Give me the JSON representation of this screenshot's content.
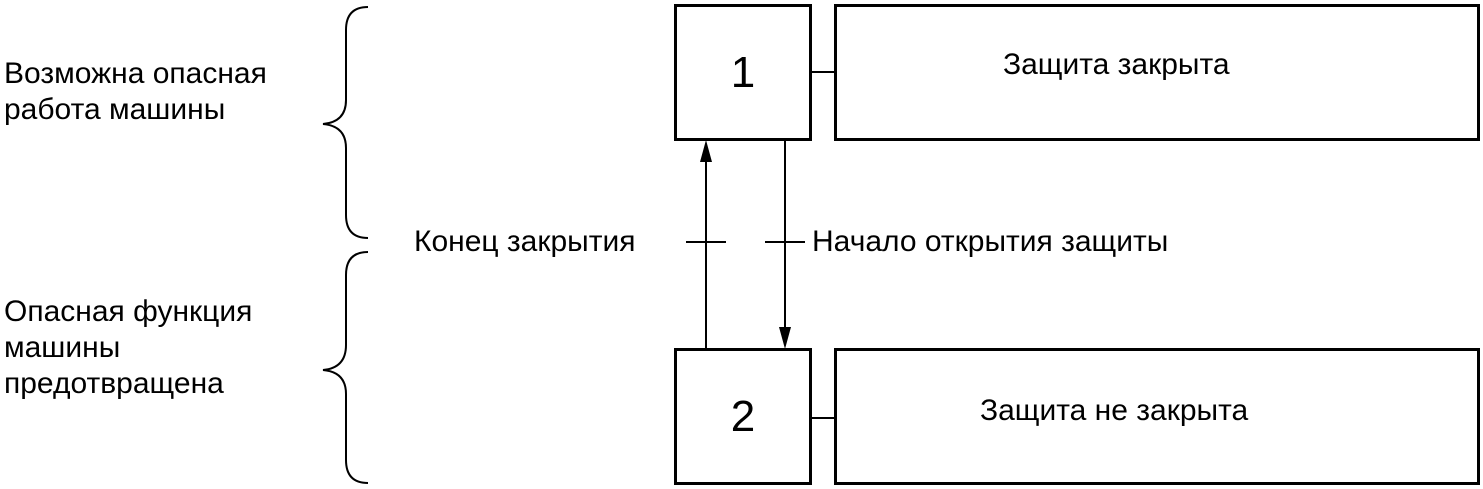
{
  "left_labels": {
    "top": [
      "Возможна опасная",
      "работа машины"
    ],
    "bottom": [
      "Опасная функция",
      "машины",
      "предотвращена"
    ]
  },
  "steps": [
    {
      "number": "1",
      "action": "Защита закрыта"
    },
    {
      "number": "2",
      "action": "Защита не закрыта"
    }
  ],
  "transitions": {
    "up": "Конец закрытия",
    "down": "Начало открытия защиты"
  }
}
